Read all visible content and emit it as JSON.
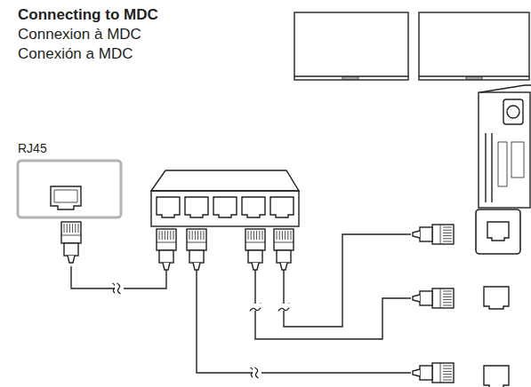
{
  "diagram": {
    "title": "Connecting to MDC",
    "nodes": [
      {
        "text": [
          "RJ45"
        ]
      }
    ],
    "labels": [
      "Connexion à MDC",
      "Conexión a MDC"
    ]
  }
}
